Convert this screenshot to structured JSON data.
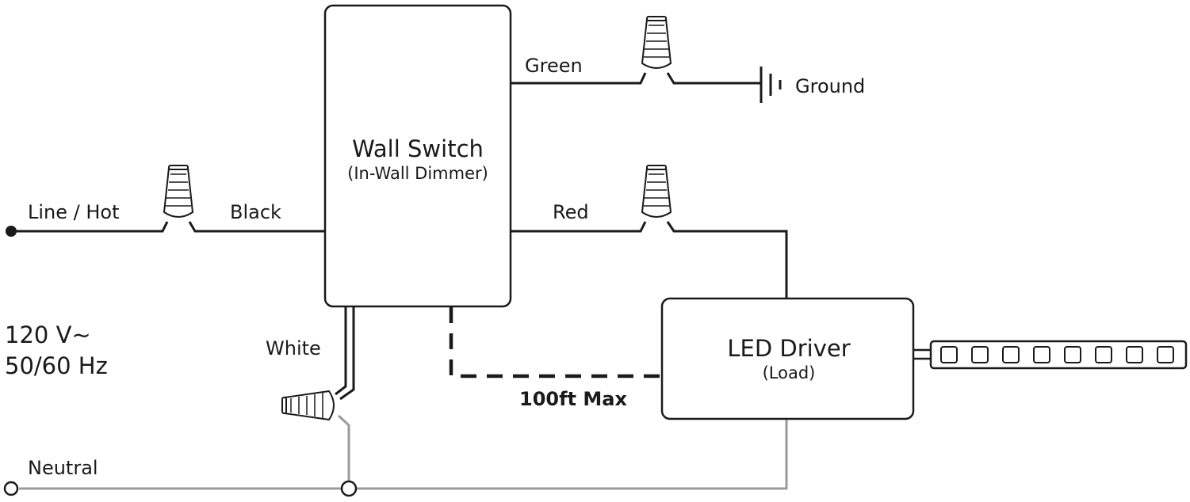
{
  "labels": {
    "line_hot": "Line / Hot",
    "black": "Black",
    "green": "Green",
    "ground": "Ground",
    "red": "Red",
    "white": "White",
    "neutral": "Neutral",
    "voltage": "120 V~",
    "frequency": "50/60 Hz",
    "distance": "100ft Max"
  },
  "wall_switch": {
    "title": "Wall Switch",
    "subtitle": "(In-Wall Dimmer)"
  },
  "led_driver": {
    "title": "LED Driver",
    "subtitle": "(Load)"
  },
  "colors": {
    "line": "#1a1a1a",
    "neutral_wire": "#9a9a9a"
  },
  "icons": [
    "wire-nut-icon",
    "ground-symbol-icon",
    "led-strip-icon",
    "terminal-dot-icon"
  ]
}
